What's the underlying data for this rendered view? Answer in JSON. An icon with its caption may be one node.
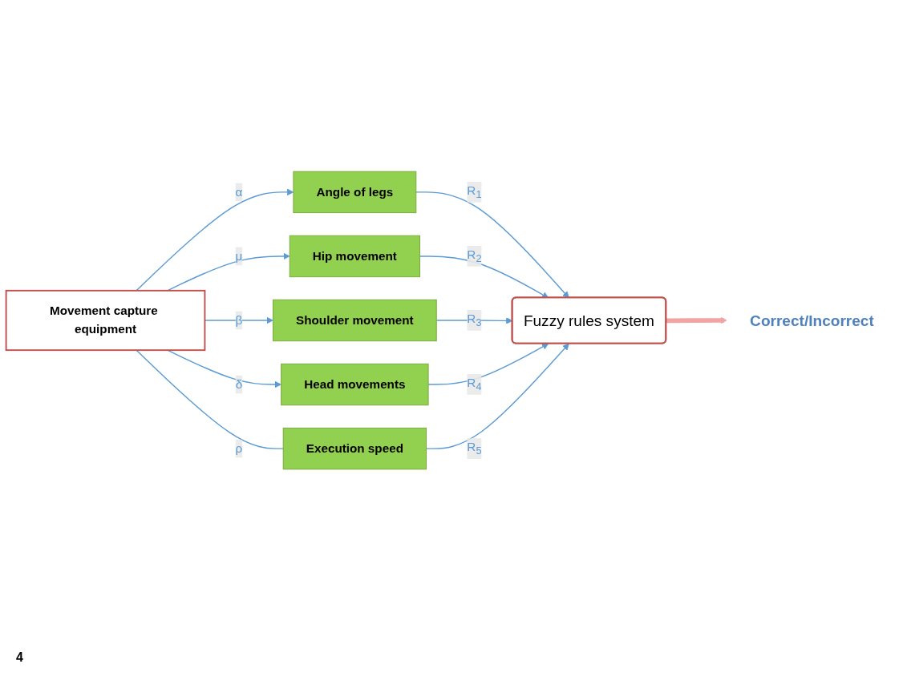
{
  "diagram": {
    "nodes": [
      {
        "text": [
          "Movement capture equipment"
        ]
      },
      {
        "text": [
          "Angle of legs"
        ]
      },
      {
        "text": [
          "Hip movement"
        ]
      },
      {
        "text": [
          "Shoulder movement"
        ]
      },
      {
        "text": [
          "Head movements"
        ]
      },
      {
        "text": [
          "Execution speed"
        ]
      },
      {
        "text": [
          "Fuzzy rules system"
        ]
      },
      {
        "text": [
          "Correct/Incorrect"
        ]
      }
    ],
    "edges": [
      {
        "from": 0,
        "to": 1,
        "arrow": "to",
        "label": "α"
      },
      {
        "from": 0,
        "to": 2,
        "arrow": "to",
        "label": "μ"
      },
      {
        "from": 0,
        "to": 3,
        "arrow": "to",
        "label": "β"
      },
      {
        "from": 0,
        "to": 4,
        "arrow": "to",
        "label": "δ"
      },
      {
        "from": 0,
        "to": 5,
        "arrow": "none",
        "label": "ρ"
      },
      {
        "from": 1,
        "to": 6,
        "arrow": "to",
        "label": "R$_{1}$"
      },
      {
        "from": 2,
        "to": 6,
        "arrow": "to",
        "label": "R$_{2}$"
      },
      {
        "from": 3,
        "to": 6,
        "arrow": "to",
        "label": "R$_{3}$"
      },
      {
        "from": 4,
        "to": 6,
        "arrow": "to",
        "label": "R$_{4}$"
      },
      {
        "from": 5,
        "to": 6,
        "arrow": "to",
        "label": "R$_{5}$"
      },
      {
        "from": 6,
        "to": 7,
        "arrow": "to",
        "style": "thick",
        "color": "#f4a3a3"
      }
    ],
    "labels": [
      "4"
    ]
  }
}
